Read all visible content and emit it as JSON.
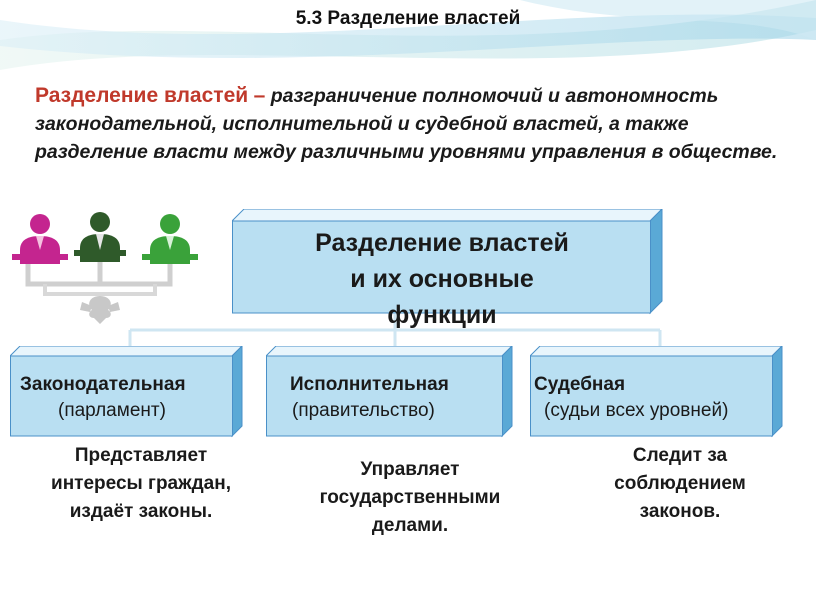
{
  "slide": {
    "title": "5.3 Разделение властей"
  },
  "definition": {
    "term": "Разделение властей",
    "dash": "–",
    "text": "разграничение полномочий и автономность законодательной, исполнительной и судебной властей, а также разделение власти между различными уровнями управления в обществе."
  },
  "diagram": {
    "main_box": {
      "lines": [
        "Разделение властей",
        "и их основные",
        "функции"
      ]
    },
    "branches": [
      {
        "name": "Законодательная",
        "subtitle": "(парламент)",
        "description": [
          "Представляет",
          "интересы граждан,",
          "издаёт законы."
        ]
      },
      {
        "name": "Исполнительная",
        "subtitle": "(правительство)",
        "description": [
          "Управляет",
          "государственными",
          "делами."
        ]
      },
      {
        "name": "Судебная",
        "subtitle": "(судьи всех уровней)",
        "description": [
          "Следит за",
          "соблюдением",
          "законов."
        ]
      }
    ]
  },
  "colors": {
    "accent_red": "#c0392b",
    "box_face": "#b9dff2",
    "box_top": "#e8f5fc",
    "box_side": "#5aa9d6",
    "box_border": "#4a90c8",
    "figure_magenta": "#c4258f",
    "figure_dark_green": "#2f5a2a",
    "figure_green": "#3aa23a"
  }
}
